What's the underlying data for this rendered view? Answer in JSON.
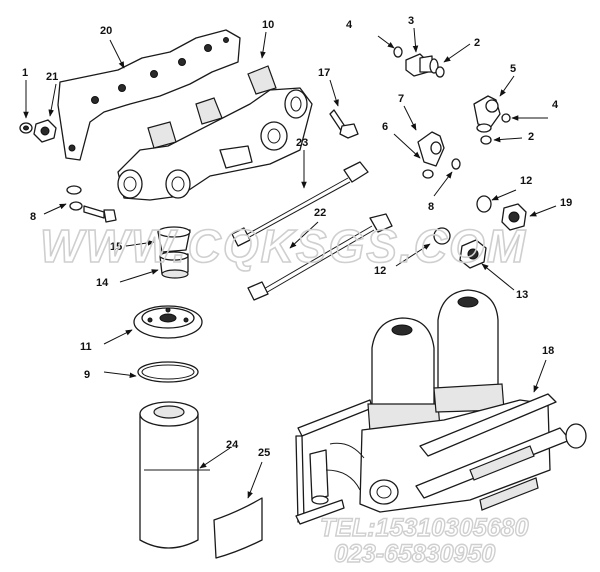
{
  "callouts": [
    {
      "id": "c20",
      "text": "20"
    },
    {
      "id": "c10",
      "text": "10"
    },
    {
      "id": "c4a",
      "text": "4"
    },
    {
      "id": "c3",
      "text": "3"
    },
    {
      "id": "c2a",
      "text": "2"
    },
    {
      "id": "c1",
      "text": "1"
    },
    {
      "id": "c21",
      "text": "21"
    },
    {
      "id": "c17",
      "text": "17"
    },
    {
      "id": "c5",
      "text": "5"
    },
    {
      "id": "c7",
      "text": "7"
    },
    {
      "id": "c4b",
      "text": "4"
    },
    {
      "id": "c6",
      "text": "6"
    },
    {
      "id": "c2b",
      "text": "2"
    },
    {
      "id": "c23",
      "text": "23"
    },
    {
      "id": "c8a",
      "text": "8"
    },
    {
      "id": "c12a",
      "text": "12"
    },
    {
      "id": "c19",
      "text": "19"
    },
    {
      "id": "c22",
      "text": "22"
    },
    {
      "id": "c8b",
      "text": "8"
    },
    {
      "id": "c15",
      "text": "15"
    },
    {
      "id": "c12b",
      "text": "12"
    },
    {
      "id": "c13",
      "text": "13"
    },
    {
      "id": "c14",
      "text": "14"
    },
    {
      "id": "c11",
      "text": "11"
    },
    {
      "id": "c18",
      "text": "18"
    },
    {
      "id": "c9",
      "text": "9"
    },
    {
      "id": "c24",
      "text": "24"
    },
    {
      "id": "c25",
      "text": "25"
    }
  ],
  "watermark": {
    "site": "WWW.CQKSGS.COM",
    "tel": "TEL:15310305680",
    "tel2": "023-65830950"
  }
}
